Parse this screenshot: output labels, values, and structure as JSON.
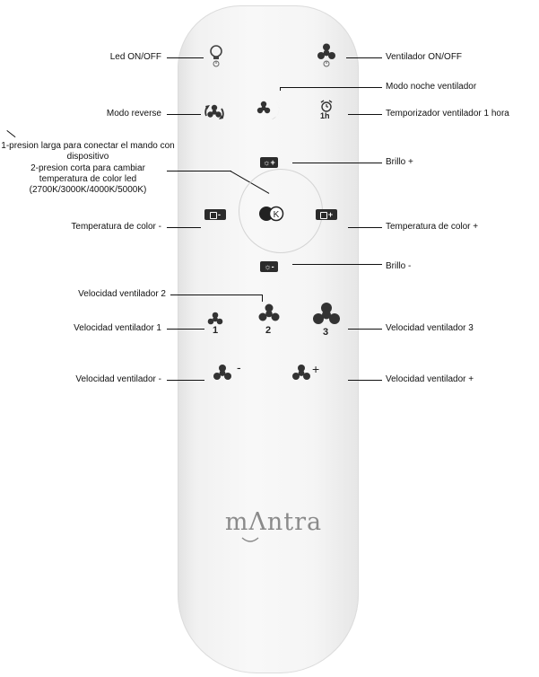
{
  "brand": "mΛntra",
  "labels": {
    "led": "Led ON/OFF",
    "ventilador_onoff": "Ventilador ON/OFF",
    "modo_noche": "Modo noche ventilador",
    "modo_reverse": "Modo reverse",
    "temporizador": "Temporizador ventilador 1 hora",
    "pair_text": "1-presion larga para conectar el mando con dispositivo",
    "cct_text": "2-presion corta para cambiar temperatura de color led (2700K/3000K/4000K/5000K)",
    "brillo_plus": "Brillo +",
    "temp_minus": "Temperatura de color -",
    "temp_plus": "Temperatura de color +",
    "brillo_minus": "Brillo -",
    "vel2": "Velocidad ventilador 2",
    "vel1": "Velocidad ventilador 1",
    "vel3": "Velocidad ventilador 3",
    "vel_minus": "Velocidad ventilador -",
    "vel_plus": "Velocidad ventilador +"
  },
  "buttons": {
    "timer_text": "1h",
    "k_text": "K",
    "speed1": "1",
    "speed2": "2",
    "speed3": "3",
    "minus": "-",
    "plus": "+",
    "brillo_plus_sign": "+",
    "brillo_minus_sign": "-",
    "temp_minus_sign": "-",
    "temp_plus_sign": "+"
  }
}
